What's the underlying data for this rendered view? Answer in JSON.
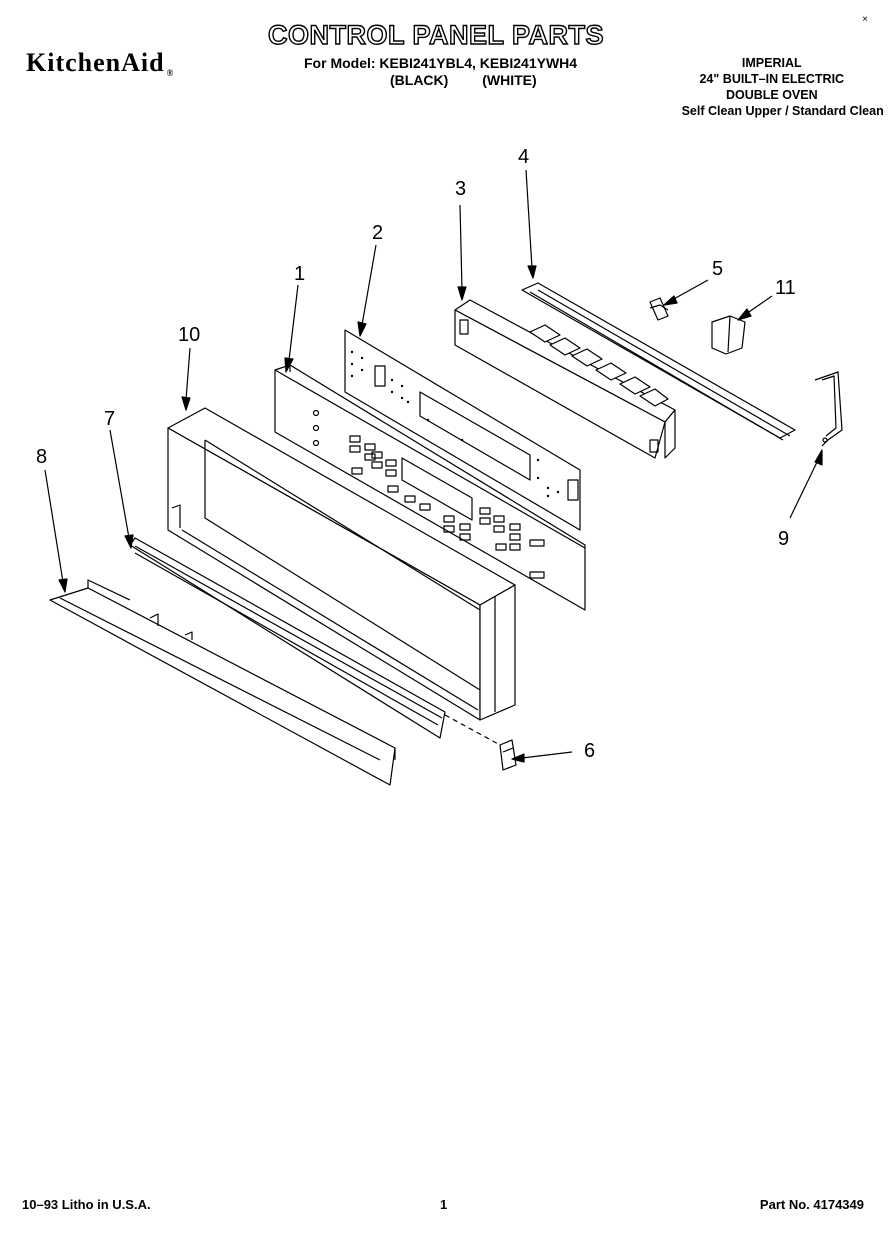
{
  "header": {
    "brand": "KitchenAid",
    "brand_mark": "®",
    "title": "CONTROL PANEL PARTS",
    "model_line": "For Model: KEBI241YBL4, KEBI241YWH4",
    "color_black": "(BLACK)",
    "color_white": "(WHITE)",
    "spec_1": "IMPERIAL",
    "spec_2": "24\" BUILT–IN ELECTRIC",
    "spec_3": "DOUBLE OVEN",
    "spec_4": "Self Clean Upper / Standard Clean Lower",
    "corner_mark": "×"
  },
  "callouts": {
    "c1": "1",
    "c2": "2",
    "c3": "3",
    "c4": "4",
    "c5": "5",
    "c6": "6",
    "c7": "7",
    "c8": "8",
    "c9": "9",
    "c10": "10",
    "c11": "11"
  },
  "footer": {
    "litho": "10–93 Litho in U.S.A.",
    "page": "1",
    "part_no": "Part No. 4174349"
  }
}
